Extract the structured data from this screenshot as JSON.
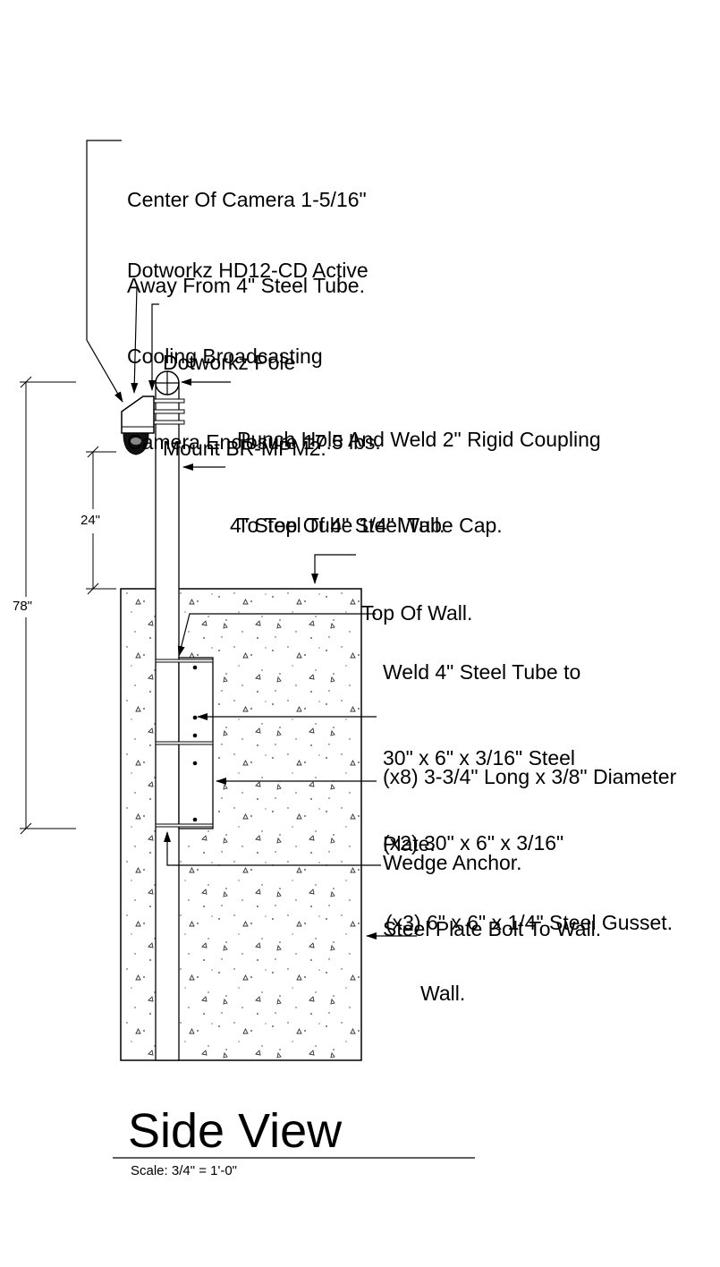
{
  "callouts": {
    "camera_center": [
      "Center Of Camera 1-5/16\"",
      "Away From 4\" Steel Tube."
    ],
    "enclosure": [
      "Dotworkz HD12-CD Active",
      "Cooling Broadcasting",
      "Camera Enclosure 17.5 lbs."
    ],
    "pole_mount": [
      "Dotworkz Pole",
      "Mount BR-MPM2."
    ],
    "coupling": [
      "Punch Hole And Weld 2\" Rigid Coupling",
      "To Top Of 4\" Steel Tube Cap."
    ],
    "steel_tube": "4\" Steel Tube 1/4\" Wall.",
    "top_of_wall": "Top Of Wall.",
    "weld_plate": [
      "Weld 4\" Steel Tube to",
      "30\" x 6\" x 3/16\" Steel",
      "Plate."
    ],
    "wedge_anchor": [
      "(x8) 3-3/4\" Long x 3/8\" Diameter",
      "Wedge Anchor."
    ],
    "steel_plate": [
      "(x2) 30\" x 6\" x 3/16\"",
      "Steel Plate Bolt To Wall."
    ],
    "gusset": "(x3) 6\" x 6\" x 1/4\" Steel Gusset.",
    "wall": "Wall."
  },
  "dimensions": {
    "camera_to_wall": "24\"",
    "overall_height": "78\""
  },
  "title": "Side View",
  "scale": "Scale: 3/4\" = 1'-0\"",
  "colors": {
    "line": "#000000",
    "background": "#ffffff"
  }
}
